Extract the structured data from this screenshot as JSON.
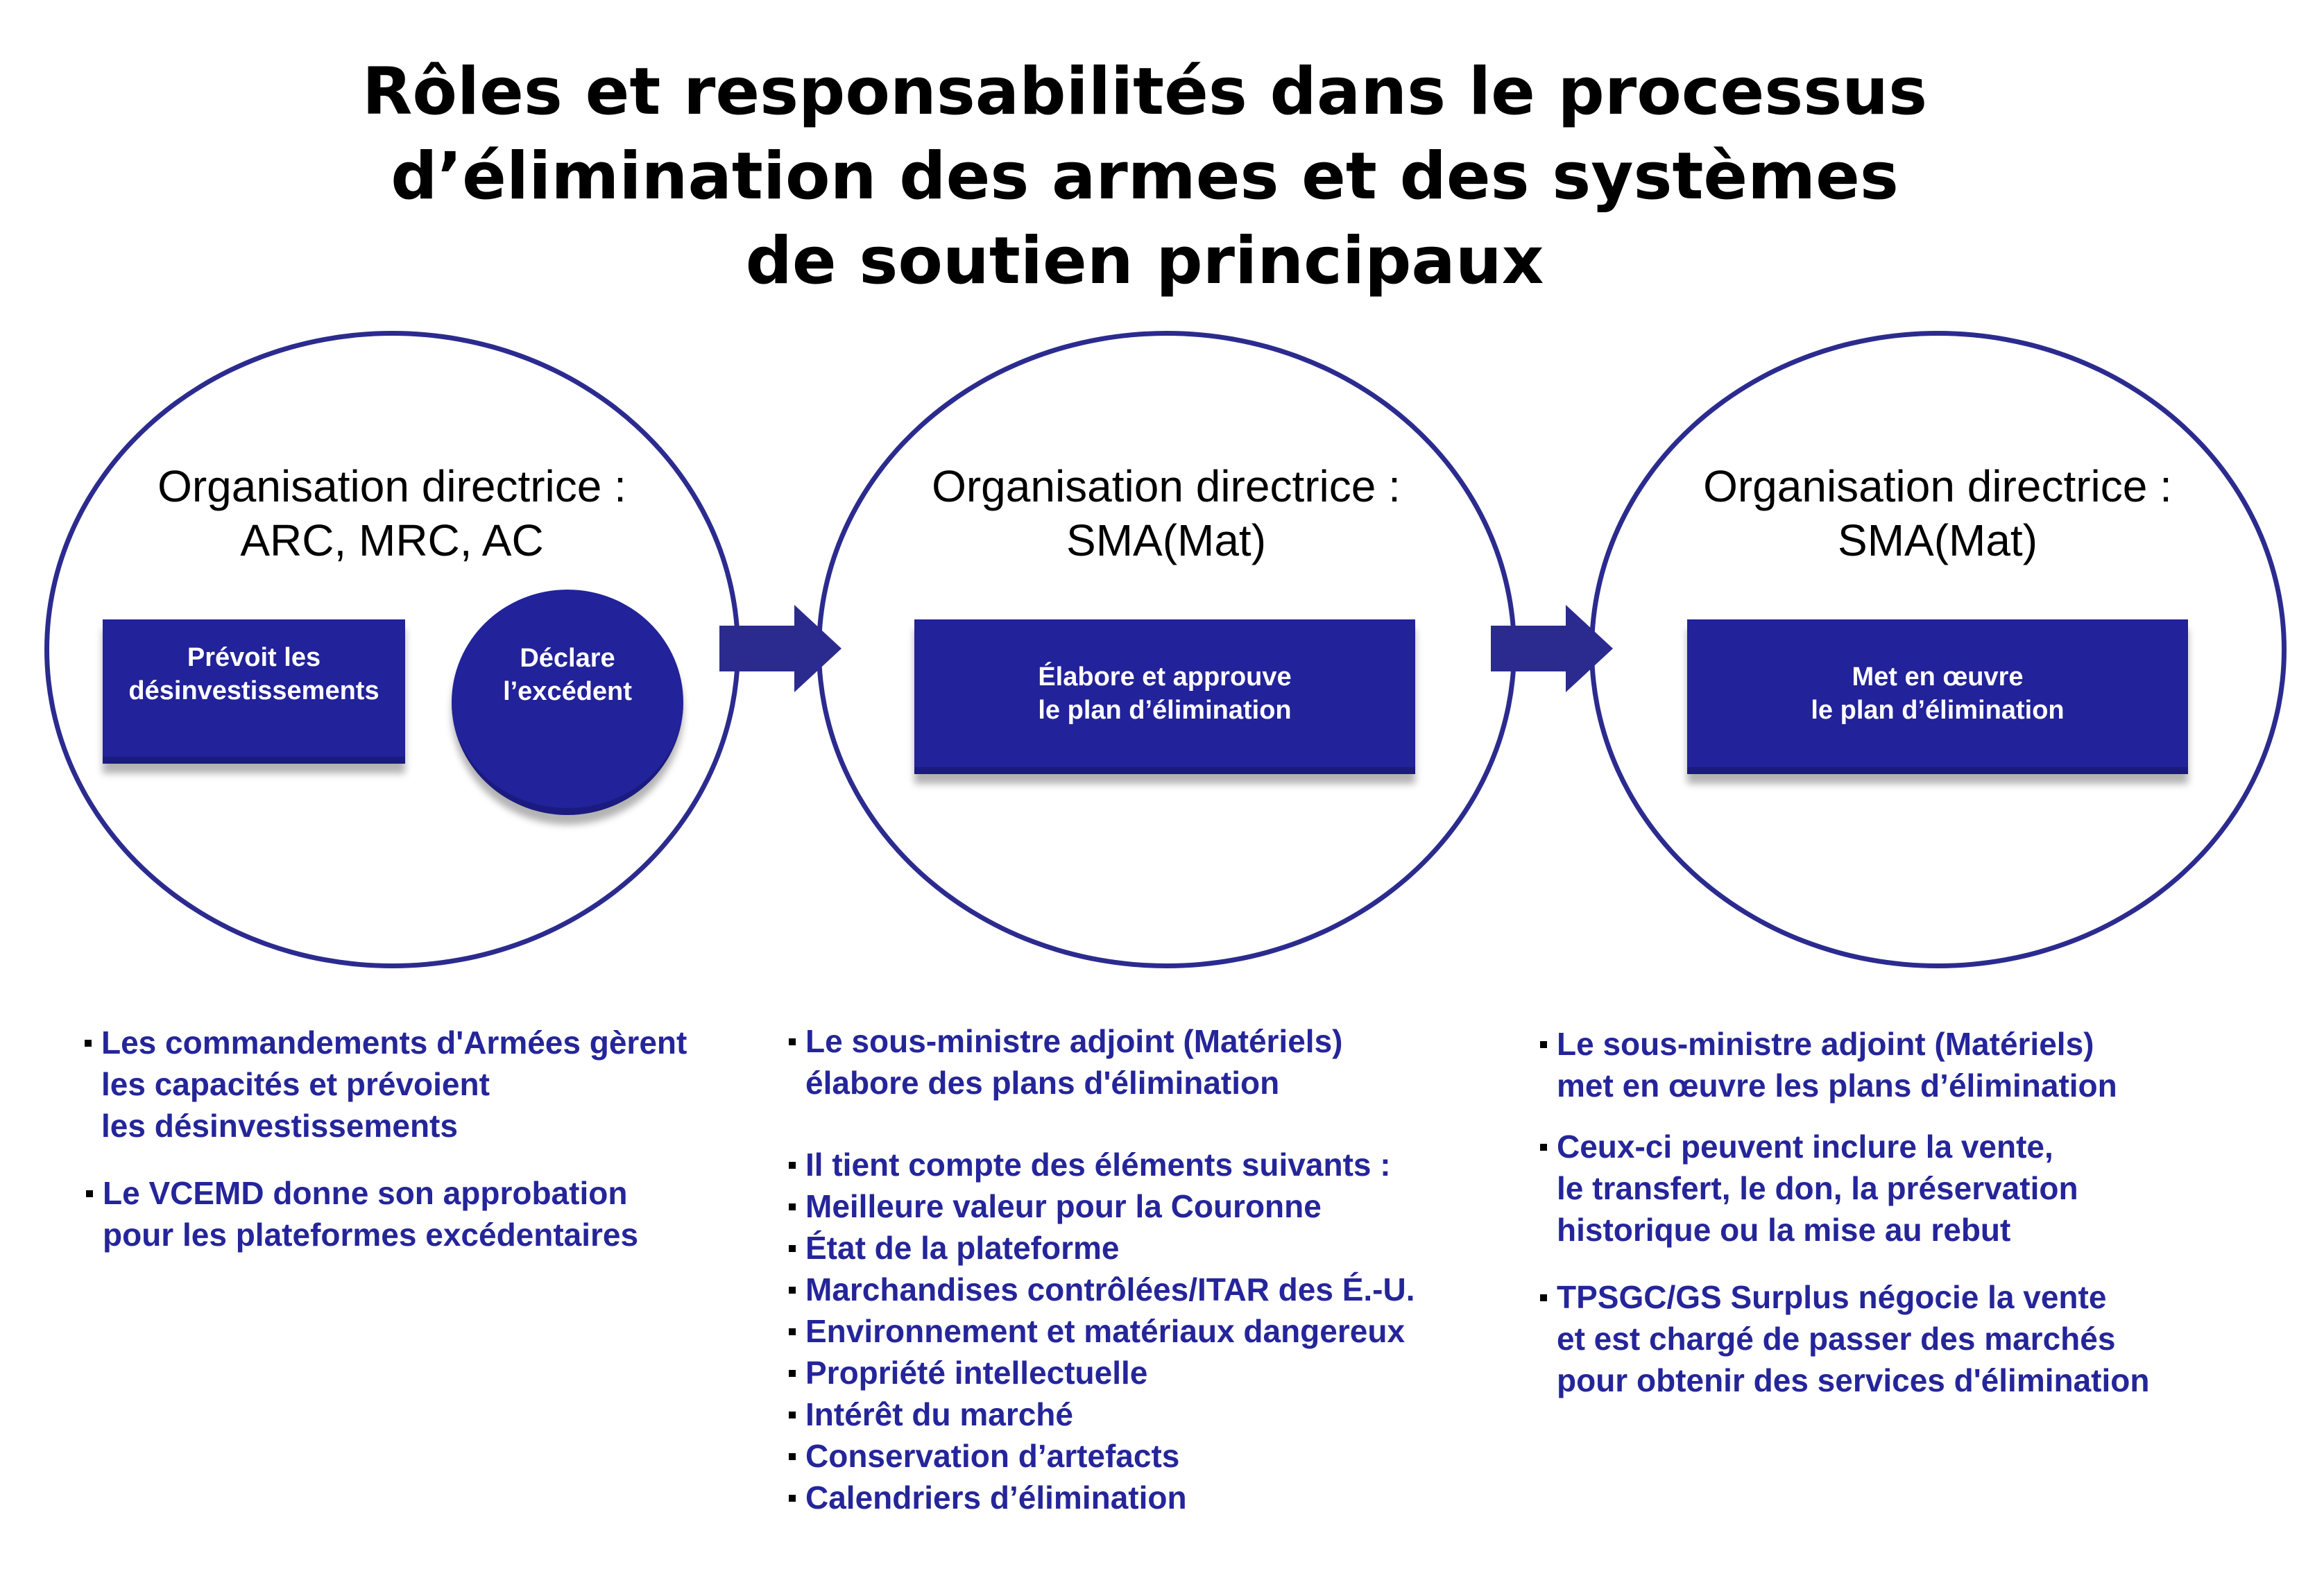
{
  "title": {
    "lines": [
      "Rôles et responsabilités dans le processus",
      "d’élimination des armes et des systèmes",
      "de soutien principaux"
    ]
  },
  "stages": [
    {
      "heading": [
        "Organisation directrice :",
        "ARC, MRC, AC"
      ],
      "boxes": [
        [
          "Prévoit les",
          "désinvestissements"
        ],
        [
          "Déclare",
          "l’excédent"
        ]
      ]
    },
    {
      "heading": [
        "Organisation directrice :",
        "SMA(Mat)"
      ],
      "boxes": [
        [
          "Élabore et approuve",
          "le plan d’élimination"
        ]
      ]
    },
    {
      "heading": [
        "Organisation directrice :",
        "SMA(Mat)"
      ],
      "boxes": [
        [
          "Met en œuvre",
          "le plan d’élimination"
        ]
      ]
    }
  ],
  "columns": [
    [
      [
        "Les commandements d'Armées gèrent",
        "les capacités et prévoient",
        "les désinvestissements"
      ],
      [
        "Le VCEMD donne son approbation",
        "pour les plateformes excédentaires"
      ]
    ],
    [
      [
        "Le sous-ministre adjoint (Matériels)",
        "élabore des plans d'élimination"
      ],
      [
        "Il tient compte des éléments suivants :"
      ],
      [
        "Meilleure valeur pour la Couronne"
      ],
      [
        "État de la plateforme"
      ],
      [
        "Marchandises contrôlées/ITAR des É.-U."
      ],
      [
        "Environnement et matériaux dangereux"
      ],
      [
        "Propriété intellectuelle"
      ],
      [
        "Intérêt du marché"
      ],
      [
        "Conservation d’artefacts"
      ],
      [
        "Calendriers d’élimination"
      ]
    ],
    [
      [
        "Le sous-ministre adjoint (Matériels)",
        "met en œuvre les plans d’élimination"
      ],
      [
        "Ceux-ci peuvent inclure la vente,",
        "le transfert, le don, la préservation",
        "historique ou la mise au rebut"
      ],
      [
        "TPSGC/GS Surplus négocie la vente",
        "et est chargé de passer des marchés",
        "pour obtenir des services d'élimination"
      ]
    ]
  ],
  "colors": {
    "accent": "#22229a",
    "outline": "#2b2b8f",
    "text": "#25259a"
  }
}
